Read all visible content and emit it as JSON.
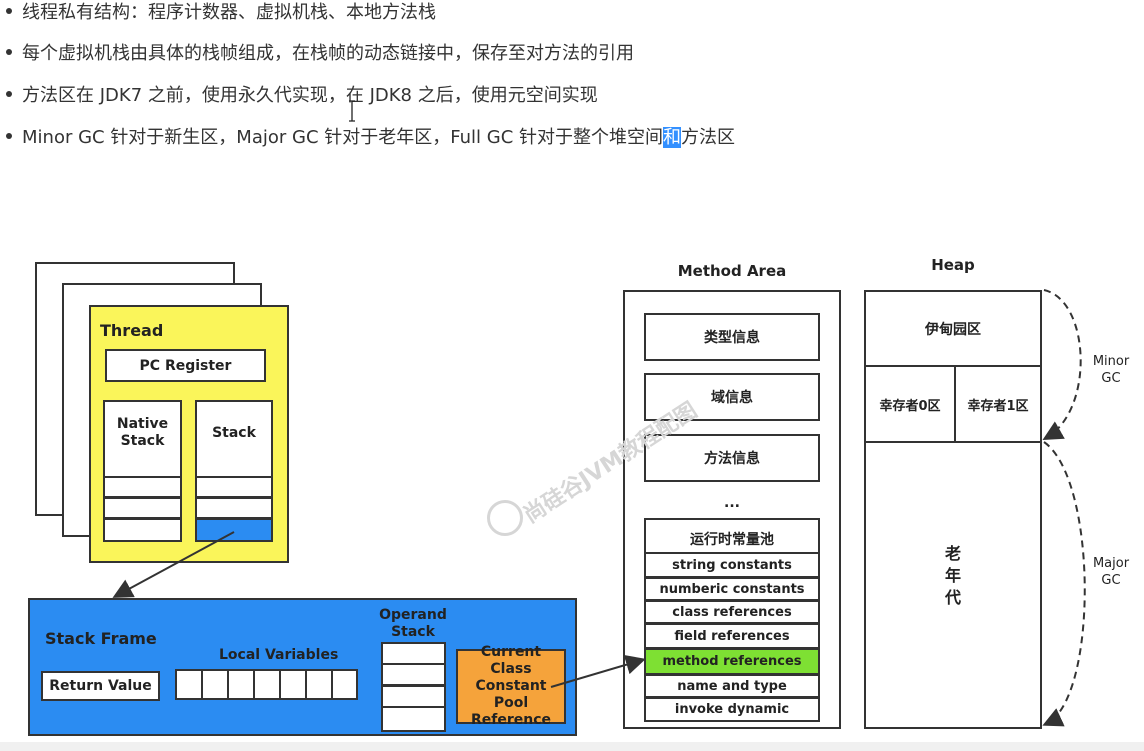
{
  "bullets": [
    {
      "text": "线程私有结构：程序计数器、虚拟机栈、本地方法栈"
    },
    {
      "text": "每个虚拟机栈由具体的栈帧组成，在栈帧的动态链接中，保存至对方法的引用"
    },
    {
      "text": "方法区在 JDK7 之前，使用永久代实现，在 JDK8 之后，使用元空间实现"
    },
    {
      "text_before": "Minor GC 针对于新生区，Major GC 针对于老年区，Full GC 针对于整个堆空间",
      "highlight": "和",
      "text_after": "方法区"
    }
  ],
  "thread": {
    "title": "Thread",
    "pc_register": "PC Register",
    "native_stack": "Native\nStack",
    "stack": "Stack"
  },
  "stack_frame": {
    "title": "Stack Frame",
    "local_variables": "Local Variables",
    "return_value": "Return Value",
    "operand_stack": "Operand\nStack",
    "cp_reference": "Current Class\nConstant Pool\nReference"
  },
  "method_area": {
    "title": "Method Area",
    "items": [
      "类型信息",
      "域信息",
      "方法信息",
      "..."
    ],
    "runtime_pool_title": "运行时常量池",
    "pool_items": [
      "string constants",
      "numberic constants",
      "class references",
      "field references",
      "method references",
      "name and type",
      "invoke dynamic"
    ]
  },
  "heap": {
    "title": "Heap",
    "eden": "伊甸园区",
    "survivor0": "幸存者0区",
    "survivor1": "幸存者1区",
    "old_gen": "老\n年\n代",
    "minor_gc": "Minor\nGC",
    "major_gc": "Major\nGC"
  },
  "watermark": "尚硅谷JVM教程配图",
  "colors": {
    "thread_yellow": "#faf55a",
    "stack_frame_blue": "#2b8cf2",
    "highlight_blue": "#2b8cf2",
    "cp_orange": "#f5a33b",
    "method_ref_green": "#7ee033",
    "text_highlight": "#3390ff"
  }
}
